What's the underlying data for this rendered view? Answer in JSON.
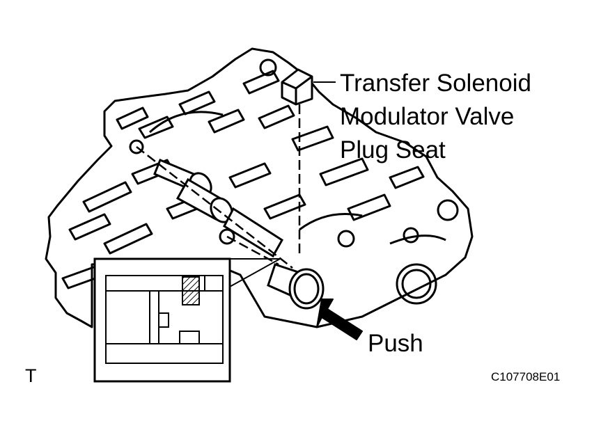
{
  "labels": {
    "transfer_line1": "Transfer Solenoid",
    "transfer_line2": "Modulator Valve",
    "transfer_line3": "Plug Seat",
    "push": "Push",
    "corner_mark": "T",
    "figure_code": "C107708E01"
  },
  "colors": {
    "ink": "#000000",
    "paper": "#ffffff"
  }
}
